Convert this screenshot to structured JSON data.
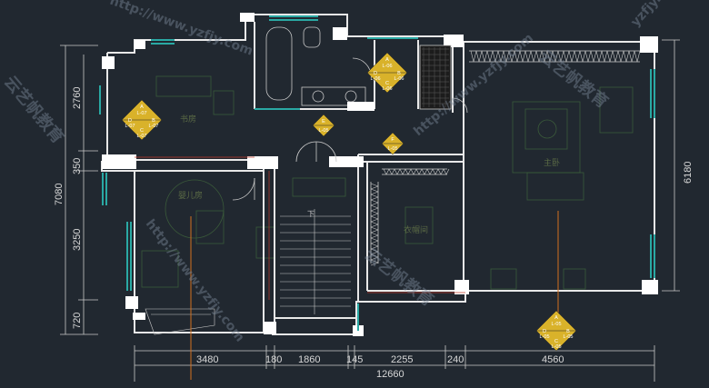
{
  "dimensions": {
    "bottom": [
      "3480",
      "180",
      "1860",
      "145",
      "2255",
      "240",
      "4560"
    ],
    "total_width": "12660",
    "left": [
      "2760",
      "350",
      "3250",
      "720"
    ],
    "total_height_left": "7080",
    "total_height_right": "6180"
  },
  "rooms": {
    "study": "书房",
    "nursery": "婴儿房",
    "closet": "衣帽间",
    "master": "主卧"
  },
  "stair_label": "下",
  "markers": [
    {
      "id": "study",
      "top": "A",
      "left": "D",
      "right": "B",
      "bottom": "C",
      "center": "L-07",
      "lt": "L-07",
      "rt": "L-07",
      "bt": "L-07"
    },
    {
      "id": "bath",
      "top": "A",
      "left": "D",
      "right": "B",
      "bottom": "C",
      "center": "L-06",
      "lt": "L-06",
      "rt": "L-06",
      "bt": "L-06"
    },
    {
      "id": "master",
      "top": "A",
      "left": "D",
      "right": "B",
      "bottom": "C",
      "center": "L-05",
      "lt": "L-05",
      "rt": "L-05",
      "bt": "L-05"
    }
  ],
  "single_tags": [
    {
      "id": "e",
      "letter": "E",
      "code": "L-05"
    },
    {
      "id": "f",
      "letter": "F",
      "code": "L-05"
    }
  ],
  "watermarks": [
    "云艺帆教育",
    "http://www.yzfjy.com",
    "云艺帆教育",
    "http://www.yzfjy.com",
    "云艺帆教育",
    "http://www.yzfjy.com",
    "yzfjy.com"
  ],
  "colors": {
    "background": "#212830",
    "wall": "#e8e8e8",
    "window": "#2aa9a4",
    "furniture": "#3a5a3a",
    "tag_fill": "#d9b22a",
    "axis": "#d4701e",
    "dim_line": "#c8c8c8"
  }
}
